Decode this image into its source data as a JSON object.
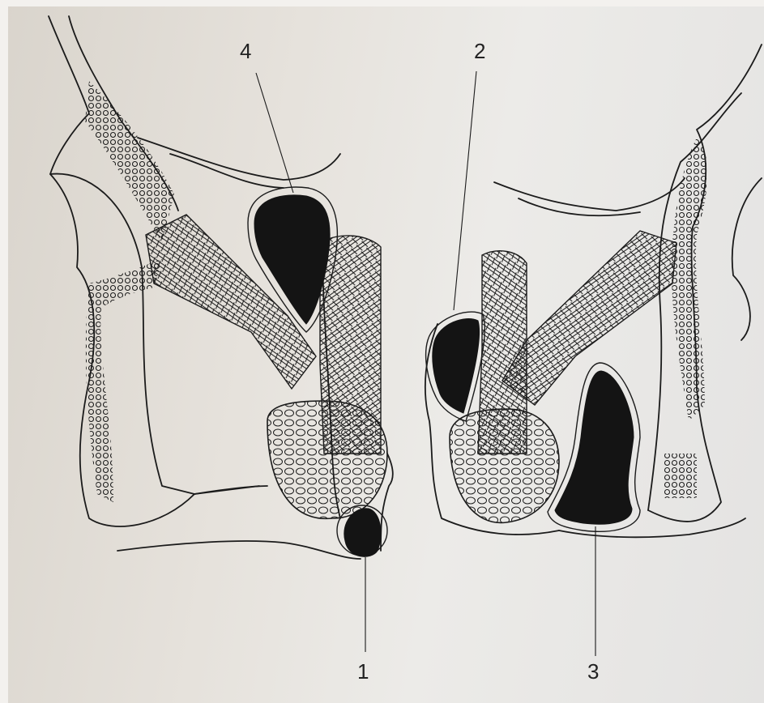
{
  "diagram": {
    "labels": [
      {
        "id": "1",
        "text": "1"
      },
      {
        "id": "2",
        "text": "2"
      },
      {
        "id": "3",
        "text": "3"
      },
      {
        "id": "4",
        "text": "4"
      }
    ]
  },
  "colors": {
    "ink": "#141414",
    "paper_left": "#d9d4cc",
    "paper_right": "#e4e3e2"
  }
}
